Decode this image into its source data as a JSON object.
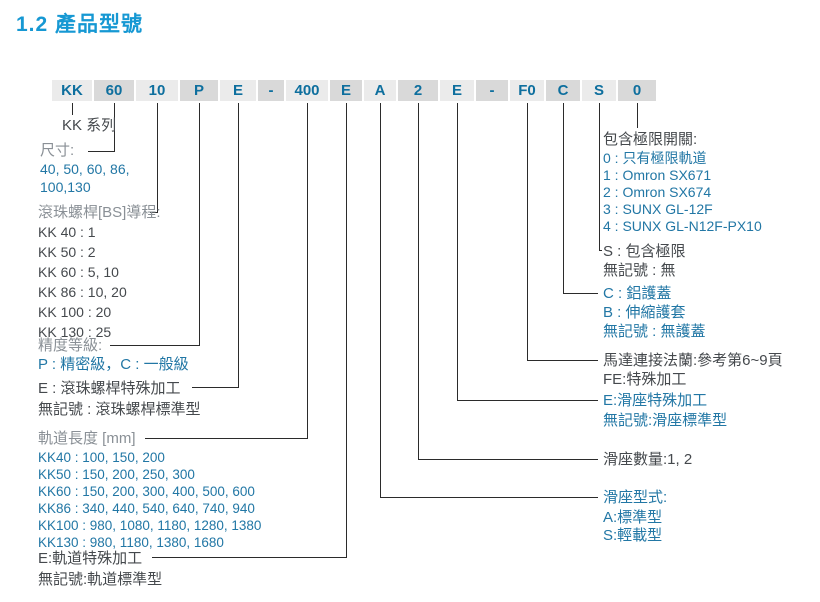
{
  "title": "1.2 產品型號",
  "model_segments": [
    "KK",
    "60",
    "10",
    "P",
    "E",
    "-",
    "400",
    "E",
    "A",
    "2",
    "E",
    "-",
    "F0",
    "C",
    "S",
    "0"
  ],
  "left": {
    "series": "KK 系列",
    "size_label": "尺寸:",
    "size_line1": "40, 50, 60, 86,",
    "size_line2": "100,130",
    "lead_label": "滾珠螺桿[BS]導程:",
    "lead_rows": [
      "KK 40 : 1",
      "KK 50 : 2",
      "KK 60 :  5, 10",
      "KK 86 :  10, 20",
      "KK 100 :  20",
      "KK 130 :  25"
    ],
    "accuracy_label": "精度等級:",
    "accuracy_value": "P : 精密級，C : 一般級",
    "bs_special_1": "E : 滾珠螺桿特殊加工",
    "bs_special_2": "無記號 : 滾珠螺桿標準型",
    "rail_label": "軌道長度 [mm]",
    "rail_rows": [
      "KK40 : 100, 150, 200",
      "KK50 : 150, 200, 250, 300",
      "KK60 : 150, 200, 300,  400,  500, 600",
      "KK86 : 340, 440, 540, 640, 740, 940",
      "KK100 : 980, 1080, 1180, 1280, 1380",
      "KK130 : 980, 1180, 1380, 1680"
    ],
    "rail_special_1": "E:軌道特殊加工",
    "rail_special_2": "無記號:軌道標準型"
  },
  "right": {
    "limit_label": "包含極限開關:",
    "limit_rows": [
      "0 : 只有極限軌道",
      "1 : Omron SX671",
      "2 : Omron SX674",
      "3 : SUNX GL-12F",
      "4 : SUNX GL-N12F-PX10"
    ],
    "limit_incl_1": "S : 包含極限",
    "limit_incl_2": "無記號 : 無",
    "cover_rows": [
      "C : 鋁護蓋",
      "B : 伸縮護套",
      "無記號 : 無護蓋"
    ],
    "flange_1": "馬達連接法蘭:參考第6~9頁",
    "flange_2": "FE:特殊加工",
    "slider_special_1": "E:滑座特殊加工",
    "slider_special_2": "無記號:滑座標準型",
    "slider_count": "滑座數量:1, 2",
    "slider_type_label": "滑座型式:",
    "slider_type_rows": [
      "A:標準型",
      "S:輕載型"
    ]
  },
  "colors": {
    "title": "#1698d3",
    "segment_text": "#0e6f9e",
    "segment_bg_light": "#ebebeb",
    "segment_bg_dark": "#d9d9d9",
    "label_gray": "#8a9096",
    "value_blue": "#2277a5",
    "text_dark": "#45494d",
    "line": "#2b2b2b"
  }
}
